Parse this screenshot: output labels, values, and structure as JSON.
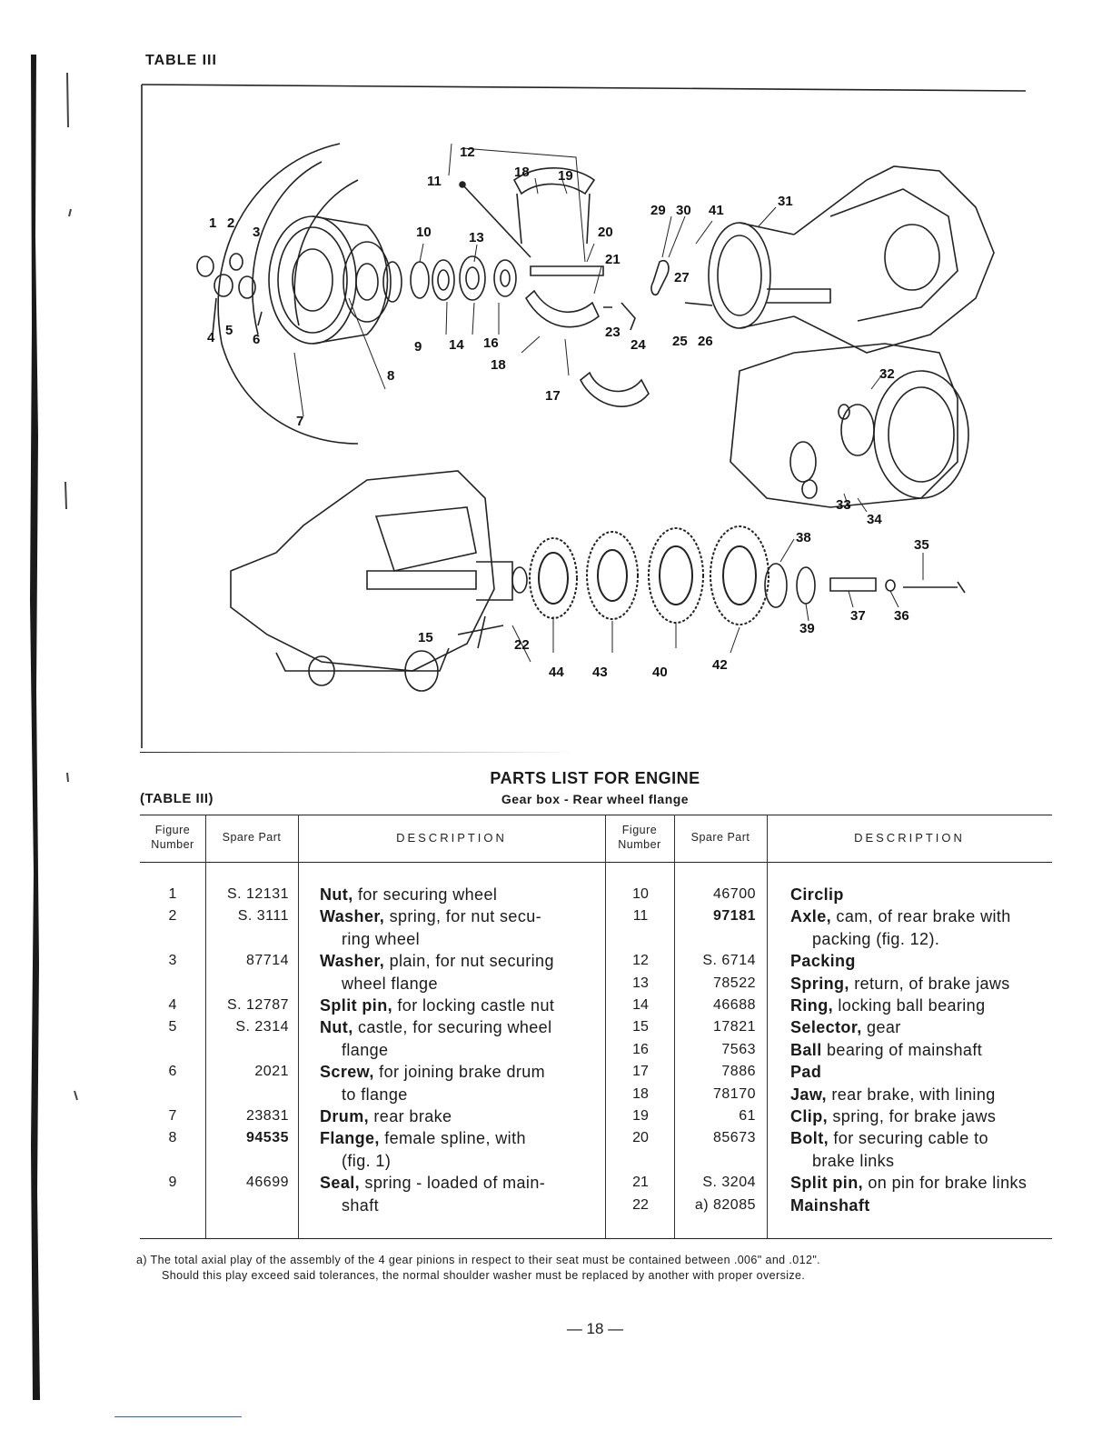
{
  "table_label": "TABLE III",
  "parts_title": "PARTS LIST FOR ENGINE",
  "parts_subtitle": "Gear box - Rear wheel flange",
  "table_ref": "(TABLE III)",
  "headers": {
    "figure_number": "Figure Number",
    "spare_part": "Spare Part",
    "description": "DESCRIPTION"
  },
  "callouts": [
    "1",
    "2",
    "3",
    "4",
    "5",
    "6",
    "7",
    "8",
    "9",
    "10",
    "11",
    "12",
    "13",
    "14",
    "15",
    "16",
    "17",
    "18",
    "18",
    "19",
    "20",
    "21",
    "22",
    "23",
    "24",
    "25",
    "26",
    "27",
    "29",
    "30",
    "41",
    "31",
    "32",
    "33",
    "34",
    "35",
    "36",
    "37",
    "38",
    "39",
    "40",
    "42",
    "43",
    "44"
  ],
  "left_rows": [
    {
      "fig": "1",
      "spare": "S. 12131",
      "name": "Nut,",
      "desc": " for securing wheel"
    },
    {
      "fig": "2",
      "spare": "S. 3111",
      "name": "Washer,",
      "desc": " spring, for nut secu-"
    },
    {
      "fig": "",
      "spare": "",
      "name": "",
      "desc": "ring wheel"
    },
    {
      "fig": "3",
      "spare": "87714",
      "name": "Washer,",
      "desc": " plain, for nut securing"
    },
    {
      "fig": "",
      "spare": "",
      "name": "",
      "desc": "wheel flange"
    },
    {
      "fig": "4",
      "spare": "S. 12787",
      "name": "Split pin,",
      "desc": " for locking castle nut"
    },
    {
      "fig": "5",
      "spare": "S. 2314",
      "name": "Nut,",
      "desc": " castle, for securing wheel"
    },
    {
      "fig": "",
      "spare": "",
      "name": "",
      "desc": "flange"
    },
    {
      "fig": "6",
      "spare": "2021",
      "name": "Screw,",
      "desc": " for joining brake drum"
    },
    {
      "fig": "",
      "spare": "",
      "name": "",
      "desc": "to flange"
    },
    {
      "fig": "7",
      "spare": "23831",
      "name": "Drum,",
      "desc": " rear brake"
    },
    {
      "fig": "8",
      "spare": "94535",
      "name": "Flange,",
      "desc": " female spline, with"
    },
    {
      "fig": "",
      "spare": "",
      "name": "",
      "desc": "(fig. 1)"
    },
    {
      "fig": "9",
      "spare": "46699",
      "name": "Seal,",
      "desc": " spring - loaded of main-"
    },
    {
      "fig": "",
      "spare": "",
      "name": "",
      "desc": "shaft"
    }
  ],
  "right_rows": [
    {
      "fig": "10",
      "spare": "46700",
      "name": "Circlip",
      "desc": ""
    },
    {
      "fig": "11",
      "spare": "97181",
      "name": "Axle,",
      "desc": " cam, of rear brake with"
    },
    {
      "fig": "",
      "spare": "",
      "name": "",
      "desc": "packing (fig. 12)."
    },
    {
      "fig": "12",
      "spare": "S. 6714",
      "name": "Packing",
      "desc": ""
    },
    {
      "fig": "13",
      "spare": "78522",
      "name": "Spring,",
      "desc": " return, of brake jaws"
    },
    {
      "fig": "14",
      "spare": "46688",
      "name": "Ring,",
      "desc": " locking ball bearing"
    },
    {
      "fig": "15",
      "spare": "17821",
      "name": "Selector,",
      "desc": " gear"
    },
    {
      "fig": "16",
      "spare": "7563",
      "name": "Ball",
      "desc": " bearing of mainshaft"
    },
    {
      "fig": "17",
      "spare": "7886",
      "name": "Pad",
      "desc": ""
    },
    {
      "fig": "18",
      "spare": "78170",
      "name": "Jaw,",
      "desc": " rear brake, with lining"
    },
    {
      "fig": "19",
      "spare": "61",
      "name": "Clip,",
      "desc": " spring, for brake jaws"
    },
    {
      "fig": "20",
      "spare": "85673",
      "name": "Bolt,",
      "desc": " for securing cable to"
    },
    {
      "fig": "",
      "spare": "",
      "name": "",
      "desc": "brake links"
    },
    {
      "fig": "21",
      "spare": "S. 3204",
      "name": "Split pin,",
      "desc": " on pin for brake links"
    },
    {
      "fig": "22",
      "spare": "a) 82085",
      "name": "Mainshaft",
      "desc": ""
    }
  ],
  "note_line1": "a) The total axial play of the assembly of the 4 gear pinions in respect to their seat must be contained between .006\" and .012\".",
  "note_line2": "Should this play exceed said tolerances, the normal shoulder washer must be replaced by another with proper oversize.",
  "page_number": "— 18 —"
}
